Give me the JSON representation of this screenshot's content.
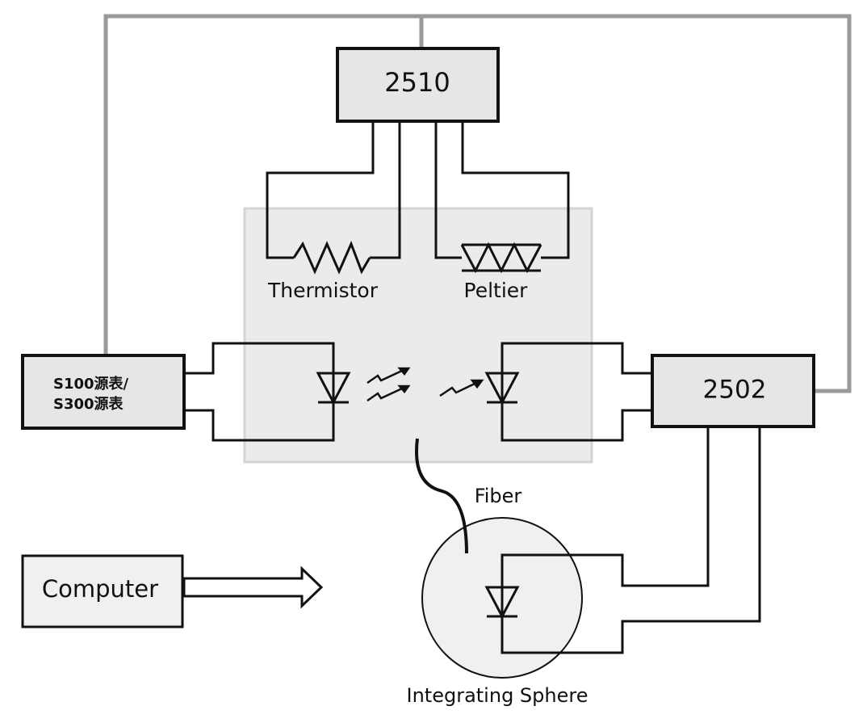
{
  "diagram": {
    "controller_top": "2510",
    "controller_right": "2502",
    "source_meter_line1": "S100源表/",
    "source_meter_line2": "S300源表",
    "thermistor": "Thermistor",
    "peltier": "Peltier",
    "fiber": "Fiber",
    "computer": "Computer",
    "integrating_sphere": "Integrating Sphere"
  },
  "colors": {
    "box_fill": "#e6e6e6",
    "chamber_fill": "#ebebeb",
    "chamber_border": "#d4d4d4",
    "gray_wire": "#9a9a9a",
    "black_wire": "#111111",
    "sphere_fill": "#f0f0f0"
  }
}
